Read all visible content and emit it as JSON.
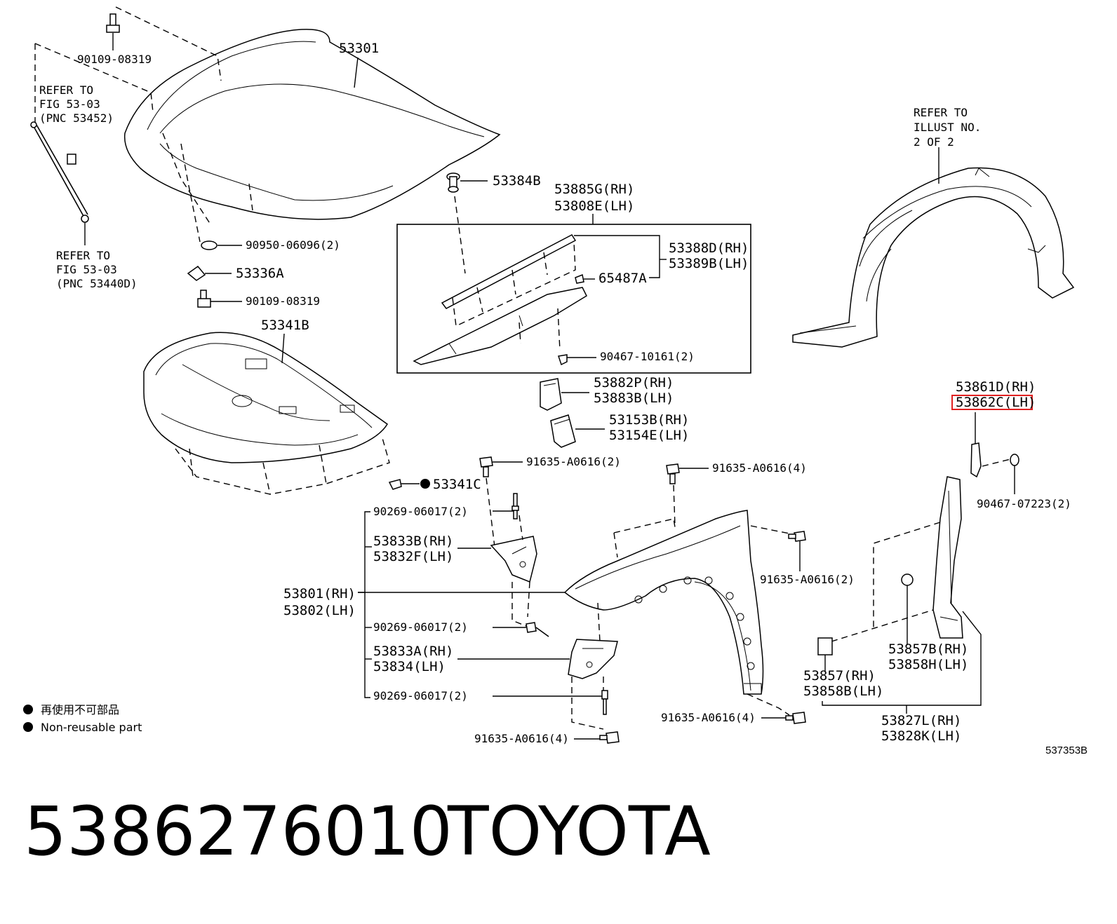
{
  "labels": {
    "hood": "53301",
    "hood_bolt": "90109-08319",
    "refer_fig_a_1": "REFER TO",
    "refer_fig_a_2": "FIG 53-03",
    "refer_fig_a_3": "(PNC 53452)",
    "refer_fig_b_1": "REFER TO",
    "refer_fig_b_2": "FIG 53-03",
    "refer_fig_b_3": "(PNC 53440D)",
    "plug": "90950-06096(2)",
    "stop_cushion": "53336A",
    "bolt_2": "90109-08319",
    "insulator": "53341B",
    "clip": "53341C",
    "cap": "53384B",
    "seal_rh": "53885G(RH)",
    "seal_lh": "53808E(LH)",
    "seal_sub_rh": "53388D(RH)",
    "seal_sub_lh": "53389B(LH)",
    "clip_65487": "65487A",
    "clip_90467": "90467-10161(2)",
    "protector_rh": "53882P(RH)",
    "protector_lh": "53883B(LH)",
    "pad_rh": "53153B(RH)",
    "pad_lh": "53154E(LH)",
    "refer_illust_1": "REFER TO",
    "refer_illust_2": "ILLUST NO.",
    "refer_illust_3": "2 OF 2",
    "seal_front_rh": "53861D(RH)",
    "seal_front_lh": "53862C(LH)",
    "clip_90467_07223": "90467-07223(2)",
    "bolt_a0616_top_left": "91635-A0616(2)",
    "bolt_a0616_top_right": "91635-A0616(4)",
    "screw_top": "90269-06017(2)",
    "bracket_b_rh": "53833B(RH)",
    "bracket_b_lh": "53832F(LH)",
    "fender_rh": "53801(RH)",
    "fender_lh": "53802(LH)",
    "screw_mid": "90269-06017(2)",
    "bracket_a_rh": "53833A(RH)",
    "bracket_a_lh": "53834(LH)",
    "screw_bottom": "90269-06017(2)",
    "bolt_a0616_right": "91635-A0616(2)",
    "bolt_a0616_bottom": "91635-A0616(4)",
    "bolt_a0616_lower": "91635-A0616(4)",
    "seal_57b_rh": "53857B(RH)",
    "seal_58h_lh": "53858H(LH)",
    "seal_57_rh": "53857(RH)",
    "seal_58b_lh": "53858B(LH)",
    "seal_27l_rh": "53827L(RH)",
    "seal_28k_lh": "53828K(LH)"
  },
  "legend": {
    "japanese": "再使用不可部品",
    "english": "Non-reusable part"
  },
  "illustration_id": "537353B",
  "footer": {
    "part_number": "5386276010",
    "brand": "TOYOTA"
  },
  "highlight": {
    "label": "53862C(LH)",
    "color": "#e02020"
  }
}
